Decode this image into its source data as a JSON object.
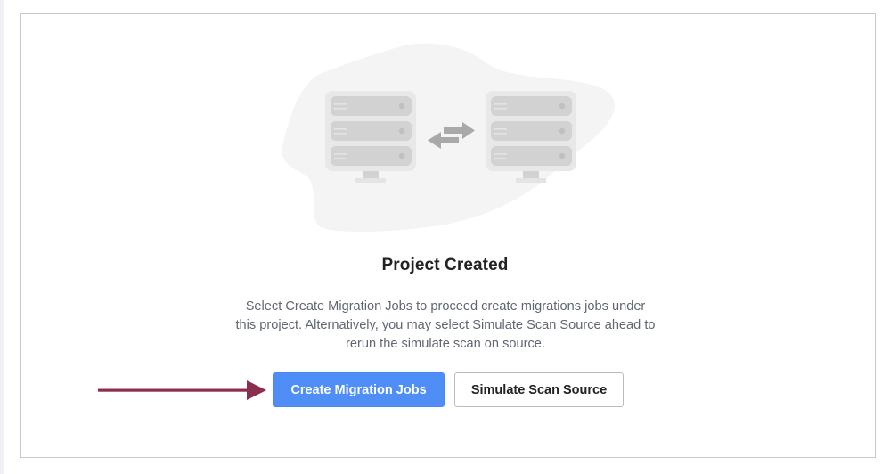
{
  "illustration": {
    "description": "two-servers-sync",
    "left_icon": "server-icon",
    "middle_icon": "swap-arrows-icon",
    "right_icon": "server-icon",
    "blob_color": "#f4f4f4",
    "server_frame_color": "#e8e8e8",
    "server_row_color": "#d2d2d2",
    "arrow_color": "#a9a9a9"
  },
  "main": {
    "title": "Project Created",
    "description": "Select Create Migration Jobs to proceed create migrations jobs under this project. Alternatively, you may select Simulate Scan Source ahead to rerun the simulate scan on source."
  },
  "actions": {
    "primary_label": "Create Migration Jobs",
    "secondary_label": "Simulate Scan Source",
    "primary_color": "#4f8ef7"
  },
  "annotation": {
    "icon": "pointer-arrow-icon",
    "color": "#8b2d4f"
  }
}
